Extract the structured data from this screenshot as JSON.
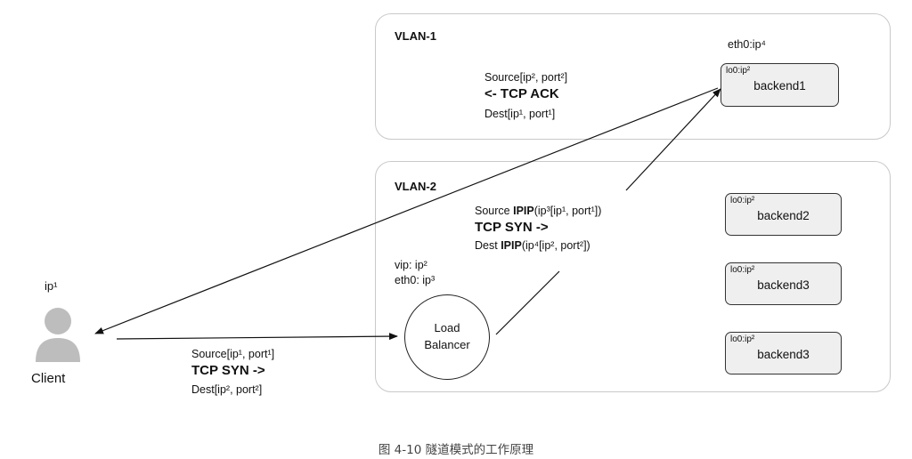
{
  "vlan1": {
    "title": "VLAN-1",
    "eth_label": "eth0:ip⁴",
    "backend": {
      "lo": "lo0:ip²",
      "name": "backend1"
    },
    "ack": {
      "source": "Source[ip², port²]",
      "label": "<- TCP ACK",
      "dest": "Dest[ip¹, port¹]"
    }
  },
  "vlan2": {
    "title": "VLAN-2",
    "ipip": {
      "source_prefix": "Source ",
      "source_bold": "IPIP",
      "source_rest": "(ip³[ip¹, port¹])",
      "label": "TCP SYN ->",
      "dest_prefix": "Dest ",
      "dest_bold": "IPIP",
      "dest_rest": "(ip⁴[ip², port²])"
    },
    "lb_info": {
      "vip": "vip: ip²",
      "eth": "eth0: ip³"
    },
    "load_balancer": {
      "line1": "Load",
      "line2": "Balancer"
    },
    "backends": [
      {
        "lo": "lo0:ip²",
        "name": "backend2"
      },
      {
        "lo": "lo0:ip²",
        "name": "backend3"
      },
      {
        "lo": "lo0:ip²",
        "name": "backend3"
      }
    ]
  },
  "client": {
    "ip": "ip¹",
    "label": "Client"
  },
  "syn": {
    "source": "Source[ip¹, port¹]",
    "label": "TCP SYN ->",
    "dest": "Dest[ip², port²]"
  },
  "caption": "图 4-10 隧道模式的工作原理",
  "colors": {
    "border": "#c9c9c9",
    "backend_fill": "#efefef",
    "person": "#bdbdbd"
  }
}
